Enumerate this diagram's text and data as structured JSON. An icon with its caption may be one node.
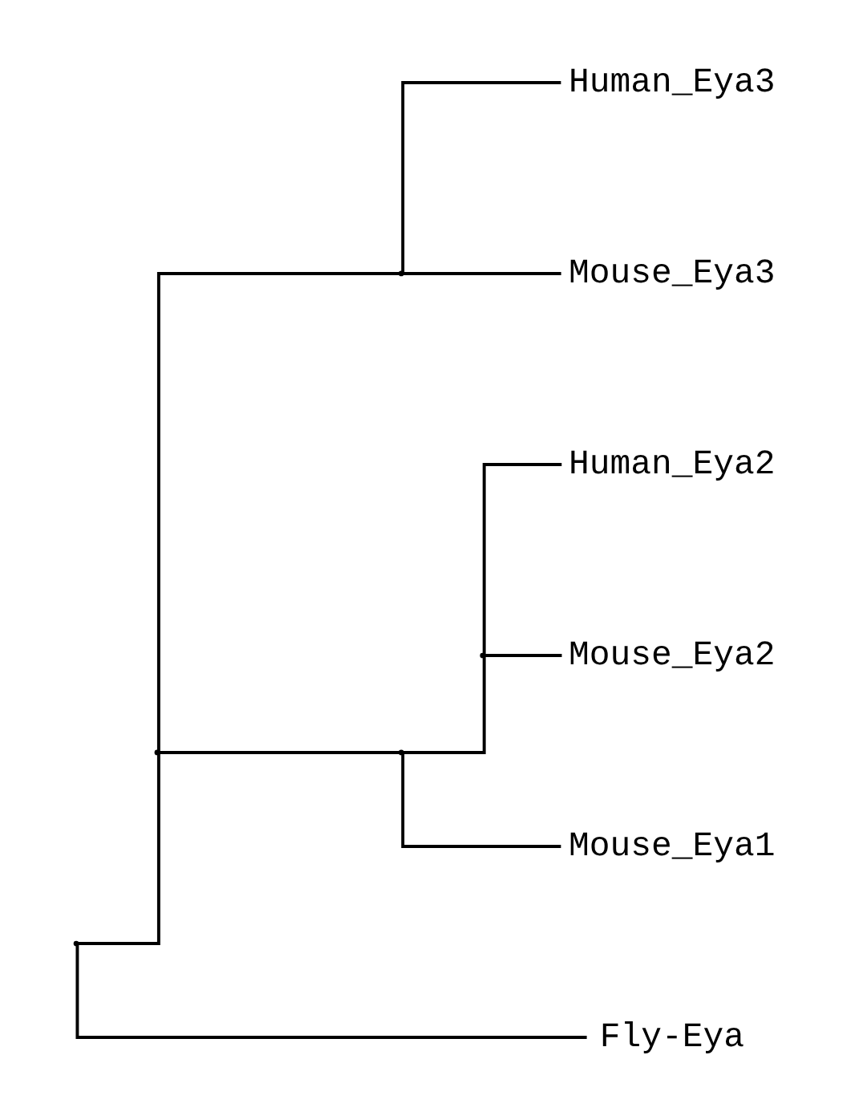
{
  "diagram": {
    "nodes": [
      {
        "text": [],
        "shape": "point"
      },
      {
        "text": [],
        "shape": "point"
      },
      {
        "text": [],
        "shape": "point"
      },
      {
        "text": [
          "Human_Eya3"
        ]
      },
      {
        "text": [
          "Mouse_Eya3"
        ]
      },
      {
        "text": [],
        "shape": "point"
      },
      {
        "text": [],
        "shape": "point"
      },
      {
        "text": [
          "Human_Eya2"
        ]
      },
      {
        "text": [
          "Mouse_Eya2"
        ]
      },
      {
        "text": [
          "Mouse_Eya1"
        ]
      },
      {
        "text": [
          "Fly-Eya"
        ]
      }
    ],
    "edges": [
      {
        "from": 0,
        "to": 1,
        "arrow": "none"
      },
      {
        "from": 0,
        "to": 10,
        "arrow": "none"
      },
      {
        "from": 1,
        "to": 2,
        "arrow": "none"
      },
      {
        "from": 1,
        "to": 5,
        "arrow": "none"
      },
      {
        "from": 2,
        "to": 3,
        "arrow": "none"
      },
      {
        "from": 2,
        "to": 4,
        "arrow": "none"
      },
      {
        "from": 5,
        "to": 6,
        "arrow": "none"
      },
      {
        "from": 5,
        "to": 9,
        "arrow": "none"
      },
      {
        "from": 6,
        "to": 7,
        "arrow": "none"
      },
      {
        "from": 6,
        "to": 8,
        "arrow": "none"
      }
    ]
  }
}
